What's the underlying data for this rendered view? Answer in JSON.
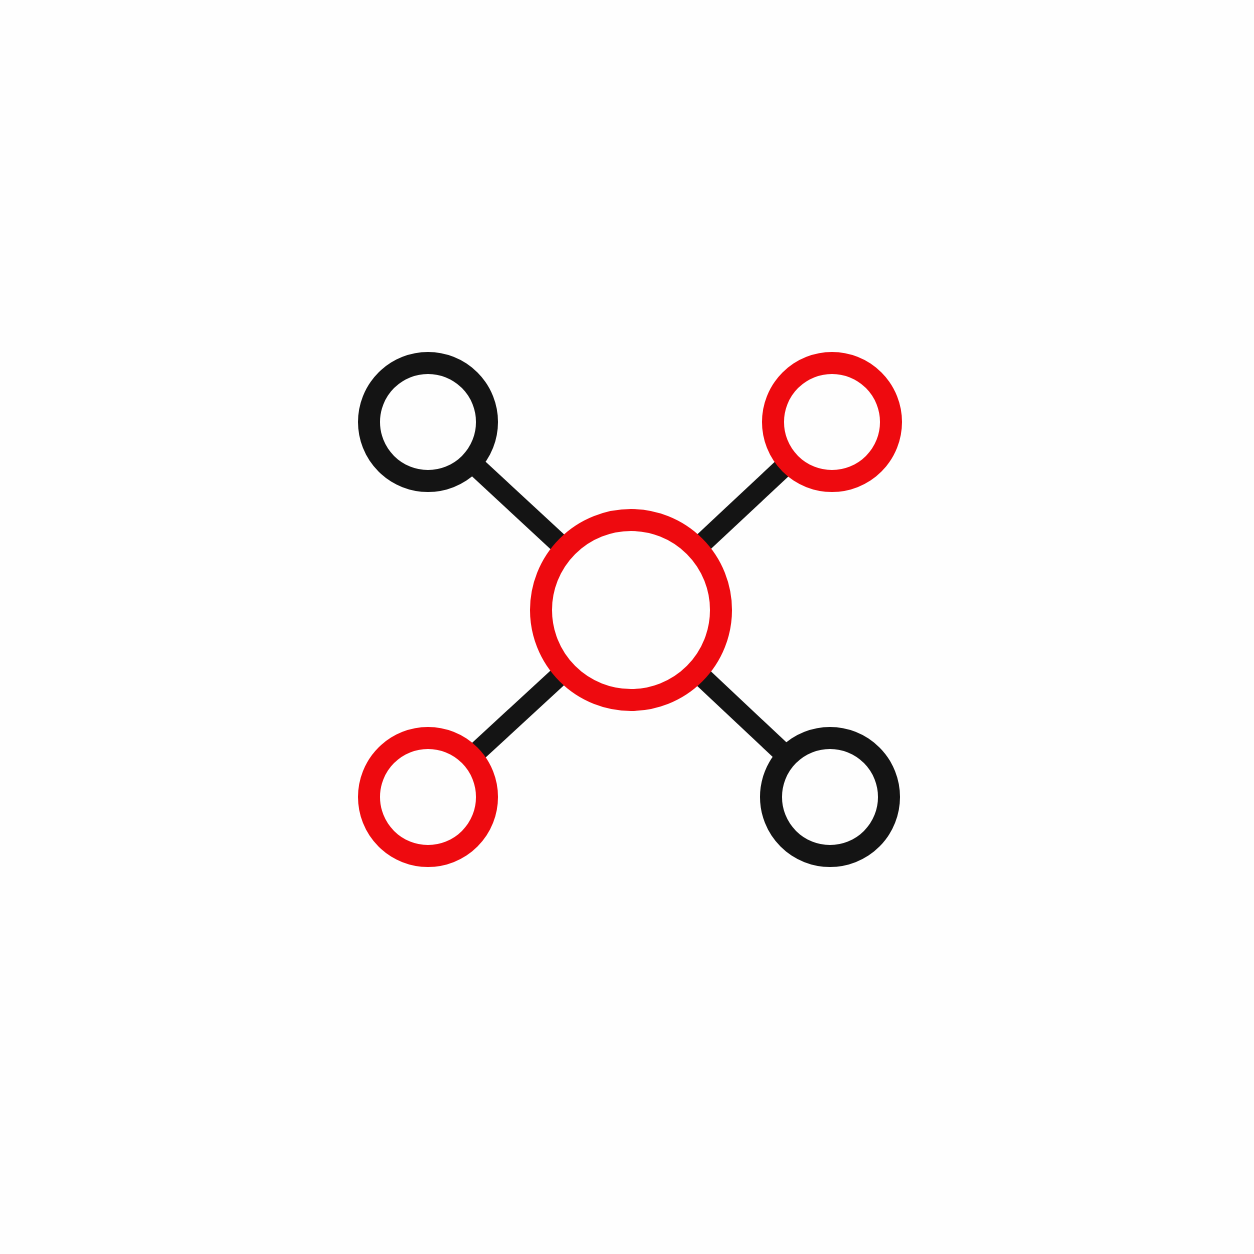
{
  "background": "#fefefe",
  "colors": {
    "red": "#ee0a0f",
    "black": "#141414"
  },
  "icon": "network-hub-icon",
  "hub": {
    "name": "hub-node",
    "color": "red"
  },
  "satellites": [
    {
      "name": "node-top-left",
      "color": "black",
      "connector_color": "black"
    },
    {
      "name": "node-top-right",
      "color": "red",
      "connector_color": "black"
    },
    {
      "name": "node-bottom-left",
      "color": "red",
      "connector_color": "black"
    },
    {
      "name": "node-bottom-right",
      "color": "black",
      "connector_color": "black"
    }
  ]
}
